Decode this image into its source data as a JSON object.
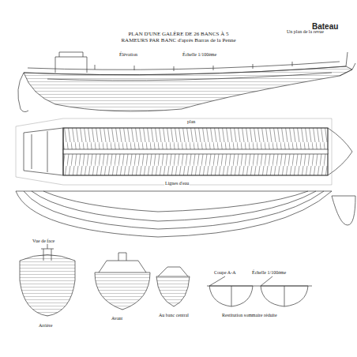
{
  "diagram": {
    "title": "PLAN D'UNE GALÈRE DE 26 BANCS À 5 RAMEURS PAR BANC d'après Barras de la Penne",
    "labels": [
      "Un plan de la revue",
      "Bateau",
      "Élévation",
      "Échelle 1/100ème",
      "plan",
      "Lignes d'eau",
      "Vue de face",
      "Arrière",
      "Avant",
      "Au banc central",
      "Coupe A-A",
      "Échelle 1/100ème",
      "Restitution sommaire réduite"
    ]
  }
}
